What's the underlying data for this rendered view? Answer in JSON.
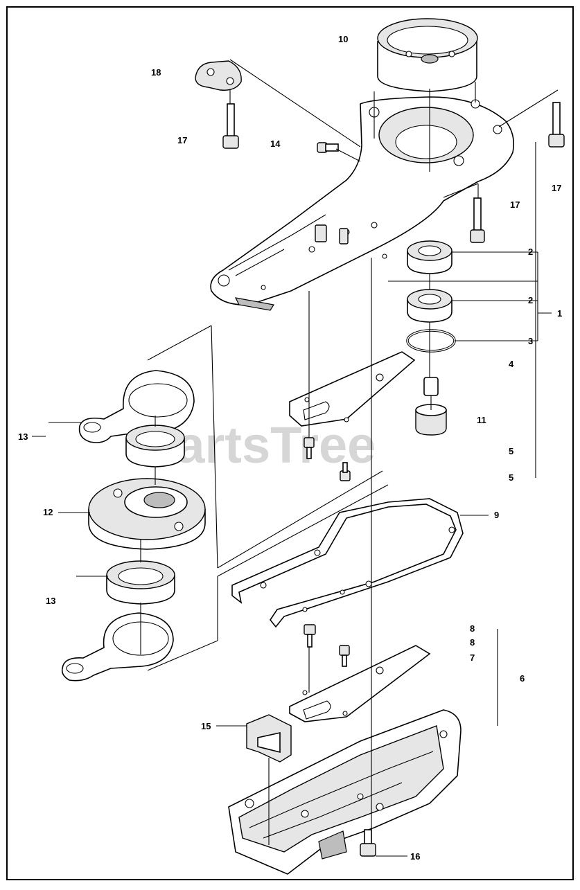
{
  "diagram": {
    "watermark": "PartsTree",
    "callouts": [
      {
        "id": "c10",
        "text": "10"
      },
      {
        "id": "c18",
        "text": "18"
      },
      {
        "id": "c17a",
        "text": "17"
      },
      {
        "id": "c14",
        "text": "14"
      },
      {
        "id": "c17b",
        "text": "17"
      },
      {
        "id": "c17c",
        "text": "17"
      },
      {
        "id": "c2a",
        "text": "2"
      },
      {
        "id": "c2b",
        "text": "2"
      },
      {
        "id": "c1",
        "text": "1"
      },
      {
        "id": "c3",
        "text": "3"
      },
      {
        "id": "c4",
        "text": "4"
      },
      {
        "id": "c11",
        "text": "11"
      },
      {
        "id": "c5a",
        "text": "5"
      },
      {
        "id": "c5b",
        "text": "5"
      },
      {
        "id": "c13a",
        "text": "13"
      },
      {
        "id": "c12",
        "text": "12"
      },
      {
        "id": "c9",
        "text": "9"
      },
      {
        "id": "c13b",
        "text": "13"
      },
      {
        "id": "c8a",
        "text": "8"
      },
      {
        "id": "c8b",
        "text": "8"
      },
      {
        "id": "c7",
        "text": "7"
      },
      {
        "id": "c6",
        "text": "6"
      },
      {
        "id": "c15",
        "text": "15"
      },
      {
        "id": "c16",
        "text": "16"
      }
    ]
  }
}
